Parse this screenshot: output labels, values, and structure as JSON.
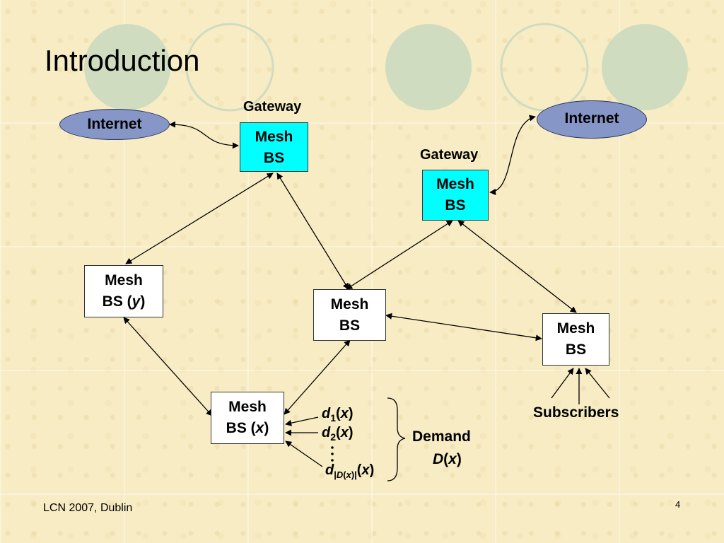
{
  "slide": {
    "title": "Introduction",
    "footer": "LCN 2007, Dublin",
    "page_number": "4"
  },
  "colors": {
    "background": "#f7ecc4",
    "decor_circle_fill": "#cfdcc0",
    "gateway_fill": "#00ffff",
    "internet_fill": "#8596c7"
  },
  "diagram": {
    "internet_left": "Internet",
    "internet_right": "Internet",
    "gateway_label_1": "Gateway",
    "gateway_label_2": "Gateway",
    "gateway_bs_1": {
      "line1": "Mesh",
      "line2": "BS"
    },
    "gateway_bs_2": {
      "line1": "Mesh",
      "line2": "BS"
    },
    "bs_y": {
      "line1": "Mesh",
      "line2": "BS (",
      "var": "y",
      "close": ")"
    },
    "bs_center": {
      "line1": "Mesh",
      "line2": "BS"
    },
    "bs_right": {
      "line1": "Mesh",
      "line2": "BS"
    },
    "bs_x": {
      "line1": "Mesh",
      "line2": "BS (",
      "var": "x",
      "close": ")"
    },
    "subscribers": "Subscribers",
    "demand_label": "Demand",
    "demand_set": {
      "sym": "D",
      "open": "(",
      "var": "x",
      "close": ")"
    },
    "demand_1": {
      "sym": "d",
      "sub": "1",
      "open": "(",
      "var": "x",
      "close": ")"
    },
    "demand_2": {
      "sym": "d",
      "sub": "2",
      "open": "(",
      "var": "x",
      "close": ")"
    },
    "demand_n": {
      "sym": "d",
      "sub_pre": "|",
      "sub_sym": "D",
      "sub_open": "(",
      "sub_var": "x",
      "sub_close": ")|",
      "open": "(",
      "var": "x",
      "close": ")"
    }
  }
}
